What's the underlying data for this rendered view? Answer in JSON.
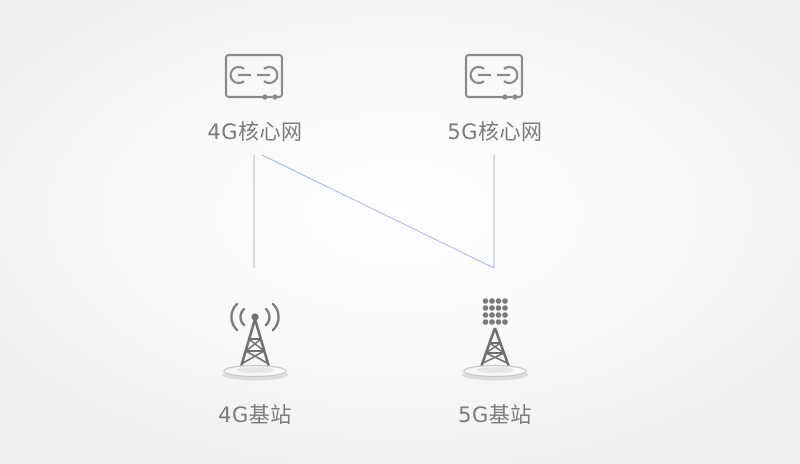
{
  "nodes": {
    "core_4g": {
      "label": "4G核心网",
      "icon": "core-network-icon"
    },
    "core_5g": {
      "label": "5G核心网",
      "icon": "core-network-icon"
    },
    "bs_4g": {
      "label": "4G基站",
      "icon": "radio-tower-icon"
    },
    "bs_5g": {
      "label": "5G基站",
      "icon": "massive-mimo-tower-icon"
    }
  },
  "links": [
    {
      "from": "4G核心网",
      "to": "4G基站"
    },
    {
      "from": "4G核心网",
      "to": "5G基站"
    },
    {
      "from": "5G核心网",
      "to": "5G基站"
    }
  ],
  "colors": {
    "link_line": "#a9b9de",
    "icon_stroke": "#8a8a8a",
    "label_text": "#7b7b7b",
    "tower_dark": "#7a7a7a"
  }
}
